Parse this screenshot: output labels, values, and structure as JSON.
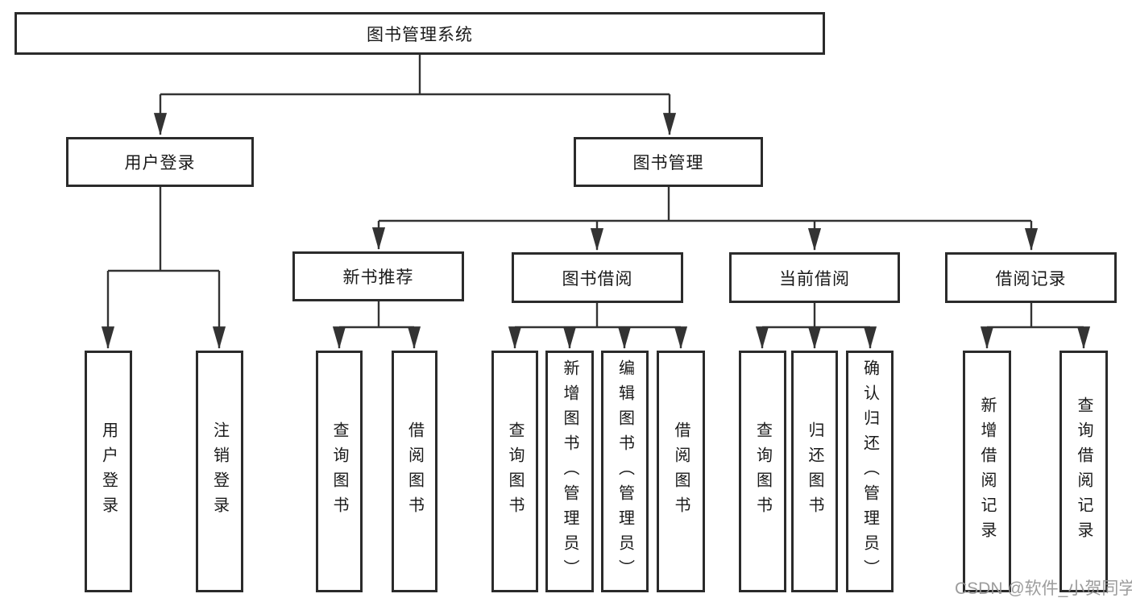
{
  "diagram": {
    "root": {
      "label": "图书管理系统",
      "children": [
        {
          "label": "用户登录",
          "children": [
            {
              "label": "用户登录"
            },
            {
              "label": "注销登录"
            }
          ]
        },
        {
          "label": "图书管理",
          "children": [
            {
              "label": "新书推荐",
              "children": [
                {
                  "label": "查询图书"
                },
                {
                  "label": "借阅图书"
                }
              ]
            },
            {
              "label": "图书借阅",
              "children": [
                {
                  "label": "查询图书"
                },
                {
                  "label": "新增图书（管理员）"
                },
                {
                  "label": "编辑图书（管理员）"
                },
                {
                  "label": "借阅图书"
                }
              ]
            },
            {
              "label": "当前借阅",
              "children": [
                {
                  "label": "查询图书"
                },
                {
                  "label": "归还图书"
                },
                {
                  "label": "确认归还（管理员）"
                }
              ]
            },
            {
              "label": "借阅记录",
              "children": [
                {
                  "label": "新增借阅记录"
                },
                {
                  "label": "查询借阅记录"
                }
              ]
            }
          ]
        }
      ]
    },
    "watermark": "CSDN @软件_小贺同学",
    "colors": {
      "line": "#333333",
      "box_border": "#2b2b2b",
      "text": "#1a1a1a",
      "watermark": "#949494",
      "background": "#ffffff"
    }
  }
}
